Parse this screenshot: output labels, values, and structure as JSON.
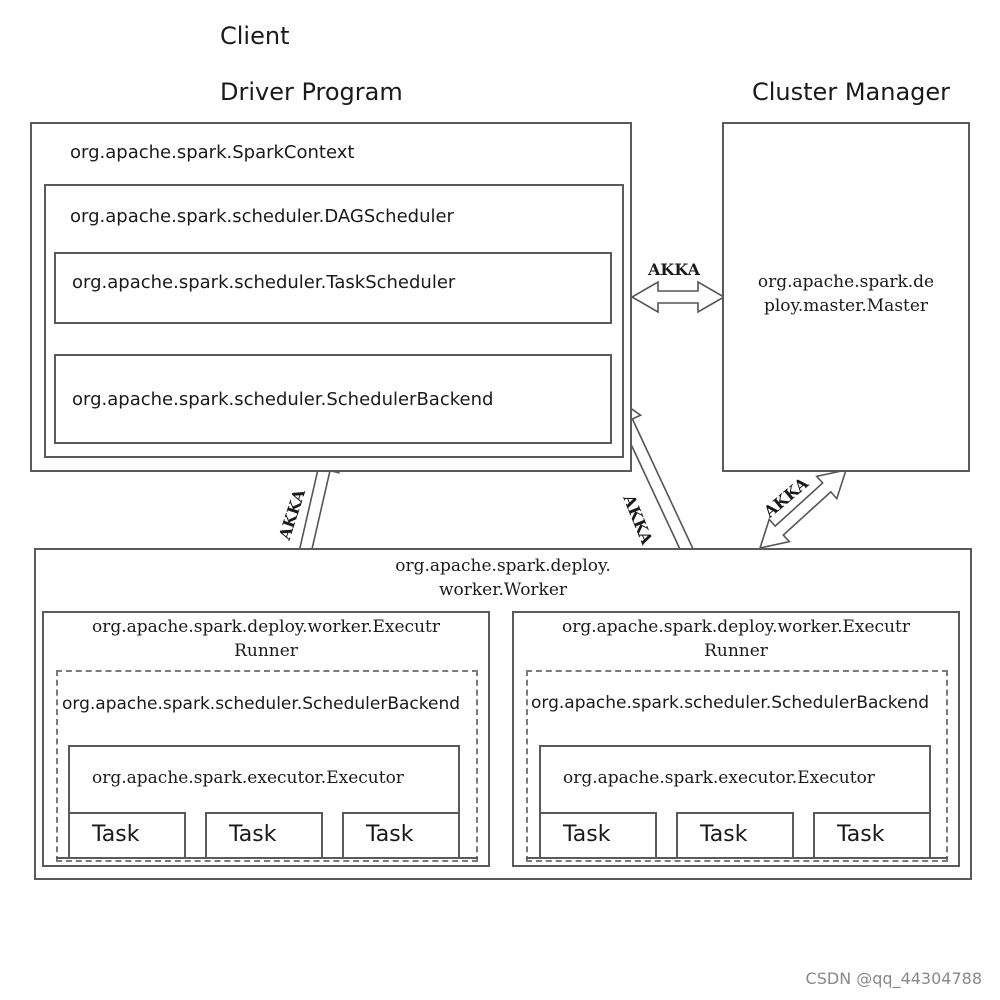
{
  "client": {
    "title": "Client"
  },
  "driver": {
    "title": "Driver Program",
    "spark_context": "org.apache.spark.SparkContext",
    "dag_scheduler": "org.apache.spark.scheduler.DAGScheduler",
    "task_scheduler": "org.apache.spark.scheduler.TaskScheduler",
    "scheduler_backend": "org.apache.spark.scheduler.SchedulerBackend"
  },
  "cluster_manager": {
    "title": "Cluster Manager",
    "master_line1": "org.apache.spark.de",
    "master_line2": "ploy.master.Master"
  },
  "worker": {
    "line1": "org.apache.spark.deploy.",
    "line2": "worker.Worker",
    "runners": [
      {
        "line1": "org.apache.spark.deploy.worker.Executr",
        "line2": "Runner",
        "scheduler_backend": "org.apache.spark.scheduler.SchedulerBackend",
        "executor": "org.apache.spark.executor.Executor",
        "tasks": [
          "Task",
          "Task",
          "Task"
        ]
      },
      {
        "line1": "org.apache.spark.deploy.worker.Executr",
        "line2": "Runner",
        "scheduler_backend": "org.apache.spark.scheduler.SchedulerBackend",
        "executor": "org.apache.spark.executor.Executor",
        "tasks": [
          "Task",
          "Task",
          "Task"
        ]
      }
    ]
  },
  "links": {
    "driver_master": "AKKA",
    "backend_runner_left": "AKKA",
    "backend_runner_right": "AKKA",
    "master_worker": "AKKA"
  },
  "watermark": "CSDN @qq_44304788"
}
